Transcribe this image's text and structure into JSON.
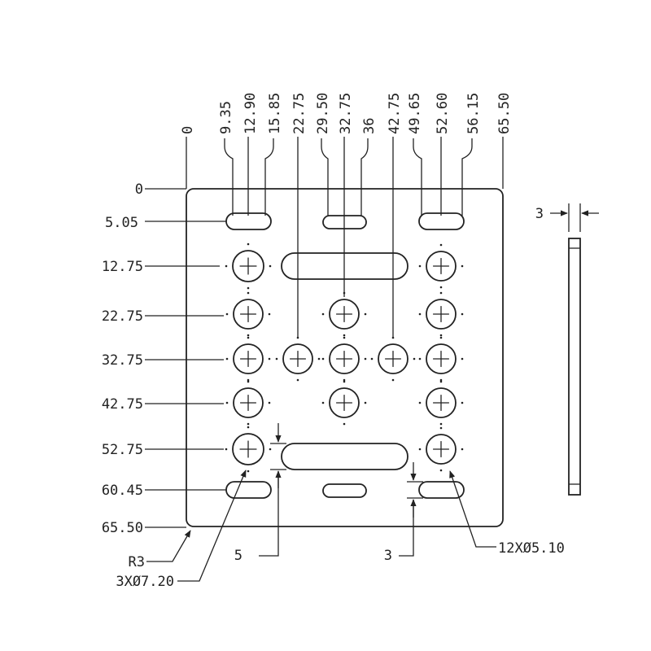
{
  "plate_outline_units": [
    0,
    0,
    65.5,
    65.5
  ],
  "top_dimensions": [
    "0",
    "9.35",
    "12.90",
    "15.85",
    "22.75",
    "29.50",
    "32.75",
    "36",
    "42.75",
    "49.65",
    "52.60",
    "56.15",
    "65.50"
  ],
  "left_dimensions": [
    "0",
    "5.05",
    "12.75",
    "22.75",
    "32.75",
    "42.75",
    "52.75",
    "60.45",
    "65.50"
  ],
  "callouts": {
    "radius": "R3",
    "large_holes": "3XØ7.20",
    "small_holes": "12XØ5.10",
    "slot_width": "5",
    "small_slot_width": "3",
    "thickness": "3"
  }
}
